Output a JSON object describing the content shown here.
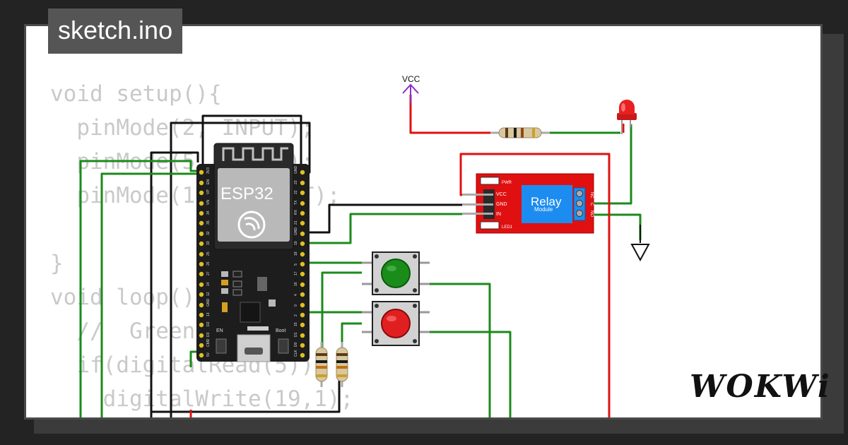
{
  "tab": {
    "filename": "sketch.ino"
  },
  "code": {
    "lines": [
      "void setup(){",
      "  pinMode(2, INPUT);",
      "  pinMode(5, INPUT);",
      "  pinMode(19, OUTPUT);",
      "",
      "}",
      "void loop(){",
      "  //  Green",
      "  if(digitalRead(5)){",
      "    digitalWrite(19,1);",
      "  }"
    ]
  },
  "circuit": {
    "vcc_label": "VCC",
    "esp32": {
      "label": "ESP32",
      "en_label": "EN",
      "boot_label": "Boot",
      "left_pins": [
        "3V3",
        "EN",
        "VP",
        "VN",
        "34",
        "35",
        "32",
        "33",
        "25",
        "26",
        "27",
        "14",
        "12",
        "GND",
        "13",
        "D2",
        "D3",
        "CMD",
        "5V"
      ],
      "right_pins": [
        "GND",
        "23",
        "22",
        "TX",
        "RX",
        "21",
        "GND",
        "19",
        "18",
        "5",
        "17",
        "16",
        "4",
        "0",
        "2",
        "15",
        "D1",
        "D0",
        "CLK"
      ]
    },
    "relay": {
      "title": "Relay",
      "subtitle": "Module",
      "pwr": "PWR",
      "led1": "LED1",
      "pin_vcc": "VCC",
      "pin_gnd": "GND",
      "pin_in": "IN",
      "no": "NO",
      "c": "C",
      "nc": "NC"
    },
    "buttons": {
      "green_color": "#1a8c1a",
      "red_color": "#e02020"
    },
    "led_color": "#e82020",
    "wire_colors": {
      "green": "#1b8a1b",
      "red": "#e01010",
      "black": "#111111",
      "purple": "#8b2fc9"
    }
  },
  "branding": {
    "logo_text": "WOKWi"
  }
}
